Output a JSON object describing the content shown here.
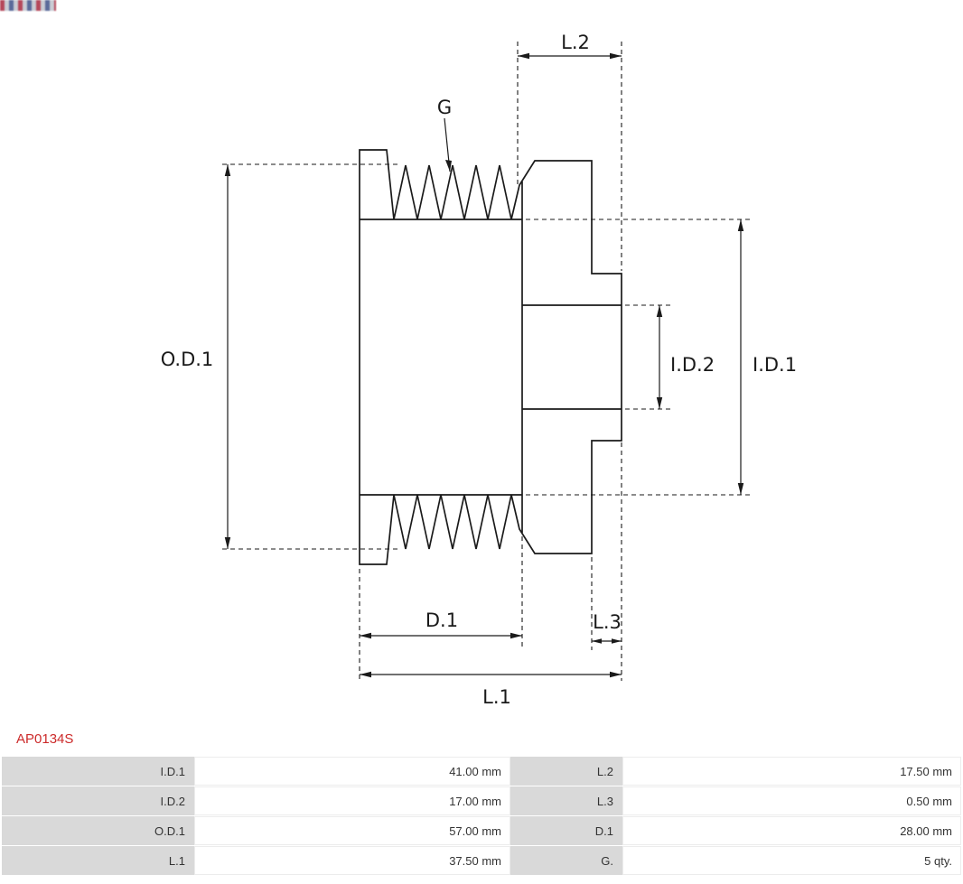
{
  "part_number": "AP0134S",
  "accent_red": "#cc2a2a",
  "drawing": {
    "labels": {
      "l2": "L.2",
      "g": "G",
      "od1": "O.D.1",
      "id2": "I.D.2",
      "id1": "I.D.1",
      "d1": "D.1",
      "l3": "L.3",
      "l1": "L.1"
    },
    "groove_count_note": "5 qty."
  },
  "table": {
    "rows": [
      [
        "I.D.1",
        "41.00 mm",
        "L.2",
        "17.50 mm"
      ],
      [
        "I.D.2",
        "17.00 mm",
        "L.3",
        "0.50 mm"
      ],
      [
        "O.D.1",
        "57.00 mm",
        "D.1",
        "28.00 mm"
      ],
      [
        "L.1",
        "37.50 mm",
        "G.",
        "5 qty."
      ]
    ]
  }
}
